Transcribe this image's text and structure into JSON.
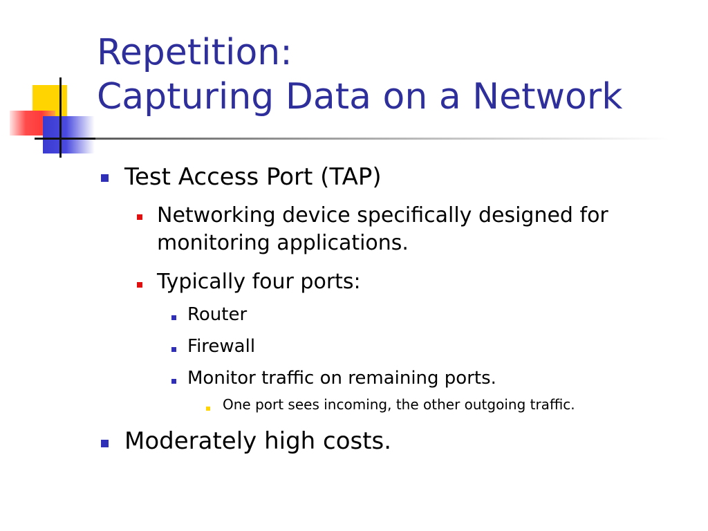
{
  "slide": {
    "title_lines": [
      "Repetition:",
      "Capturing Data on a Network"
    ],
    "bullets": [
      {
        "text": "Test Access Port (TAP)"
      },
      {
        "text": "Networking device specifically designed for monitoring applications."
      },
      {
        "text": "Typically four ports:"
      },
      {
        "text": "Router"
      },
      {
        "text": "Firewall"
      },
      {
        "text": "Monitor traffic on remaining ports."
      },
      {
        "text": "One port sees incoming, the other outgoing traffic."
      },
      {
        "text": "Moderately high costs."
      }
    ]
  },
  "colors": {
    "title": "#2f2f9c",
    "bullet_level1": "#2f2fb8",
    "bullet_level2": "#e01010",
    "bullet_level3": "#2f2fb8",
    "bullet_level4": "#ffd400"
  }
}
